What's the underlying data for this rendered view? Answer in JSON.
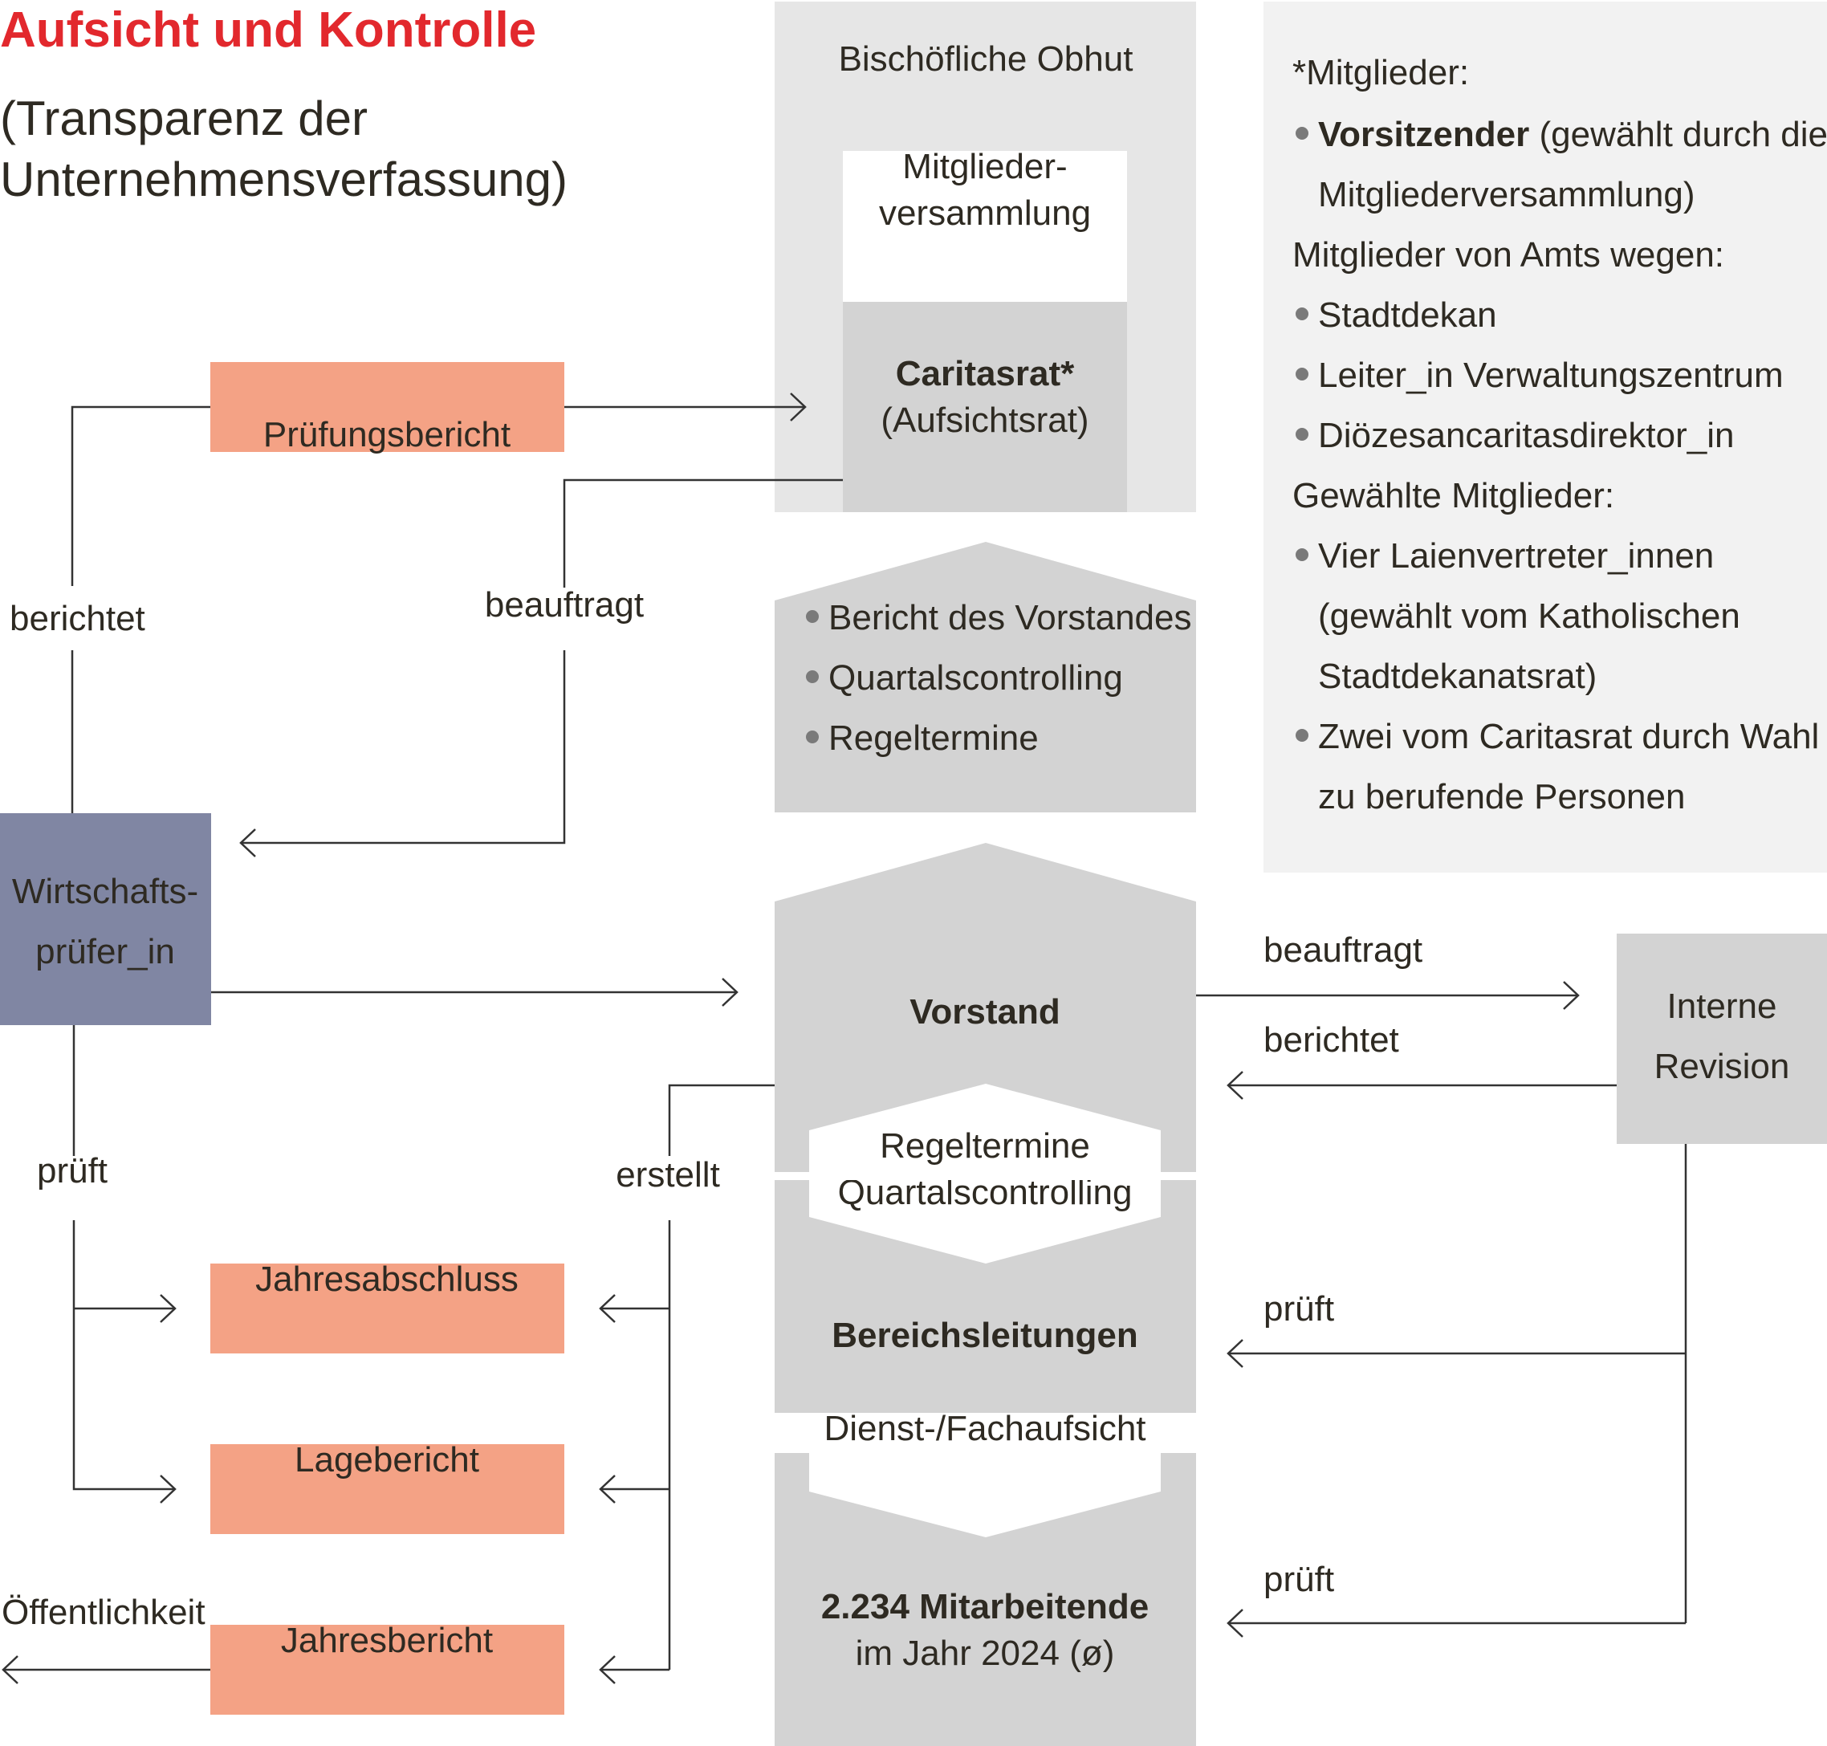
{
  "colors": {
    "accent": "#e2282d",
    "text": "#2e2a22",
    "salmon": "#f4a285",
    "slate": "#8086a3",
    "grey_light": "#e6e6e6",
    "grey_mid": "#d3d3d3",
    "panel": "#f2f2f2",
    "line": "#333333"
  },
  "header": {
    "title": "Aufsicht und Kontrolle",
    "subtitle_line1": "(Transparenz der",
    "subtitle_line2": "Unternehmensverfassung)"
  },
  "oversight": {
    "bischof": "Bischöfliche Obhut",
    "mv_line1": "Mitglieder-",
    "mv_line2": "versammlung",
    "caritasrat": "Caritasrat*",
    "aufsichtsrat": "(Aufsichtsrat)"
  },
  "reports": {
    "item1": "Bericht des Vorstandes",
    "item2": "Quartalscontrolling",
    "item3": "Regeltermine"
  },
  "members": {
    "heading": "*Mitglieder:",
    "chair_bold": "Vorsitzender",
    "chair_rest": "(gewählt durch die",
    "chair_line2": "Mitgliederversammlung)",
    "ex_officio_heading": "Mitglieder von Amts wegen:",
    "ex1": "Stadtdekan",
    "ex2": "Leiter_in Verwaltungszentrum",
    "ex3": "Diözesancaritasdirektor_in",
    "elected_heading": "Gewählte Mitglieder:",
    "el1_line1": "Vier Laienvertreter_innen",
    "el1_line2": "(gewählt vom Katholischen",
    "el1_line3": "Stadtdekanatsrat)",
    "el2_line1": "Zwei vom Caritasrat durch Wahl",
    "el2_line2": "zu berufende Personen"
  },
  "boxes": {
    "pruefungsbericht": "Prüfungsbericht",
    "wp_line1": "Wirtschafts-",
    "wp_line2": "prüfer_in",
    "jahresabschluss": "Jahresabschluss",
    "lagebericht": "Lagebericht",
    "jahresbericht": "Jahresbericht",
    "ir_line1": "Interne",
    "ir_line2": "Revision"
  },
  "hierarchy": {
    "vorstand": "Vorstand",
    "regeltermine": "Regeltermine",
    "quartalscontrolling": "Quartalscontrolling",
    "bereichsleitungen": "Bereichsleitungen",
    "aufsicht": "Dienst-/Fachaufsicht",
    "staff_count": "2.234 Mitarbeitende",
    "staff_period": "im Jahr 2024 (ø)"
  },
  "labels": {
    "berichtet": "berichtet",
    "beauftragt": "beauftragt",
    "prueft": "prüft",
    "erstellt": "erstellt",
    "oeffentlichkeit": "Öffentlichkeit",
    "beauftragt_ir": "beauftragt",
    "berichtet_ir": "berichtet",
    "prueft_ir1": "prüft",
    "prueft_ir2": "prüft"
  }
}
